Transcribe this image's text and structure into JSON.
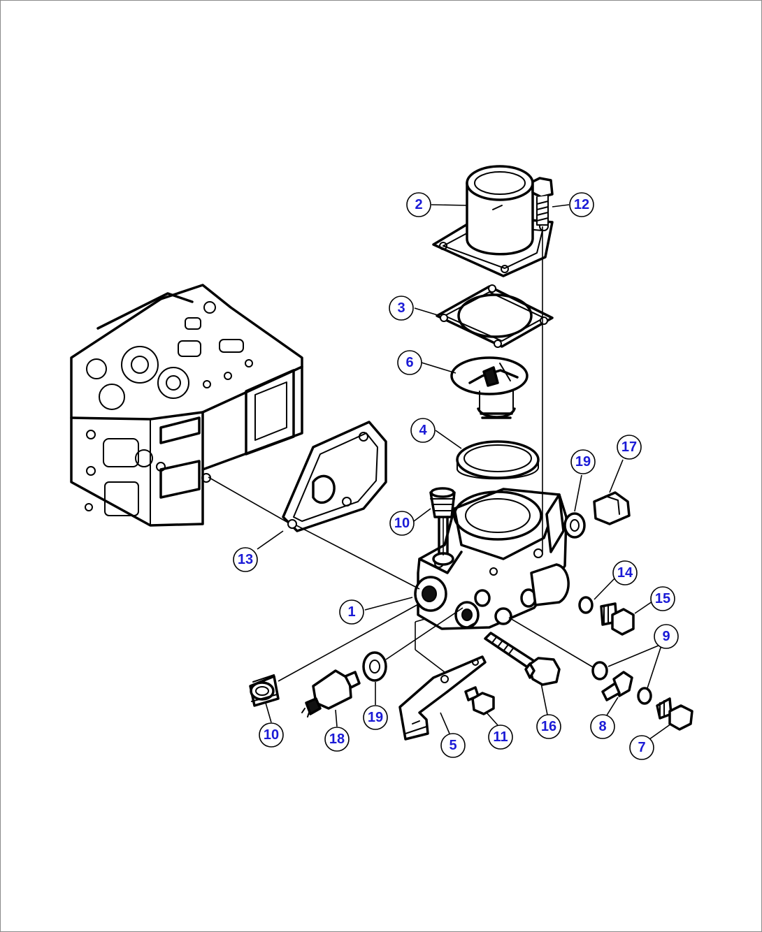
{
  "callouts": {
    "c1": "1",
    "c2": "2",
    "c3": "3",
    "c4": "4",
    "c5": "5",
    "c6": "6",
    "c7": "7",
    "c8": "8",
    "c9": "9",
    "c10a": "10",
    "c10b": "10",
    "c11": "11",
    "c12": "12",
    "c13": "13",
    "c14": "14",
    "c15": "15",
    "c16": "16",
    "c17": "17",
    "c18": "18",
    "c19a": "19",
    "c19b": "19"
  },
  "colors": {
    "callout_text": "#1a1ad6",
    "line_art": "#000000",
    "background": "#ffffff"
  }
}
